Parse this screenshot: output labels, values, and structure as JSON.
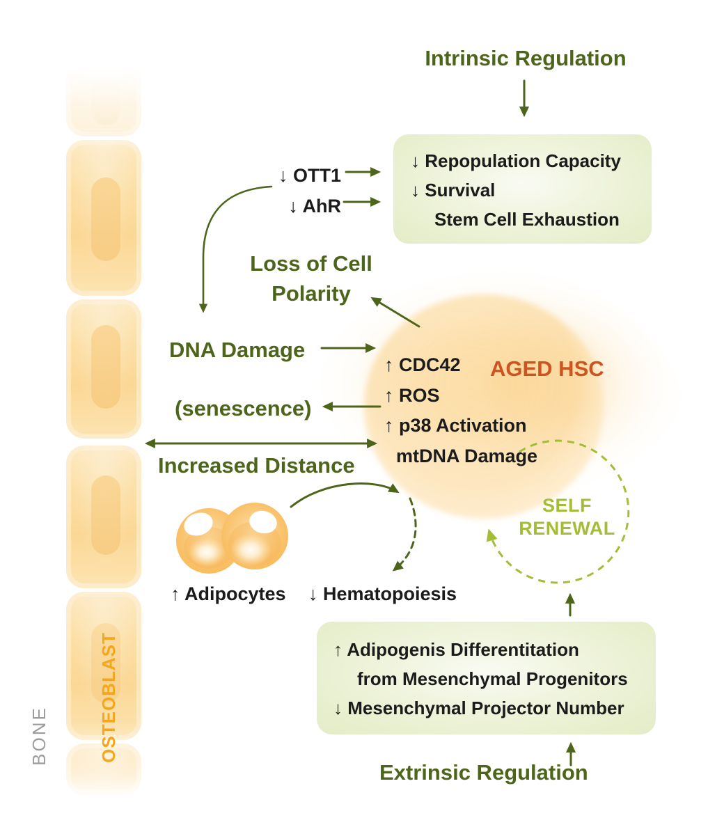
{
  "palette": {
    "arrow_olive": "#4d651a",
    "text_black": "#1b1b1b",
    "aged_hsc_orange": "#cc5420",
    "self_renewal_green": "#a3bd37",
    "effect_box_green": "#e3ecc6",
    "bone_cell_orange": "#fcdfa6",
    "osteoblast_label_orange": "#f3a71c",
    "bone_label_gray": "#9c9c9c"
  },
  "titles": {
    "intrinsic": "Intrinsic Regulation",
    "extrinsic": "Extrinsic Regulation"
  },
  "intrinsic_box": {
    "lines": [
      "↓ Repopulation Capacity",
      "↓ Survival",
      "Stem Cell Exhaustion"
    ]
  },
  "intrinsic_factors": {
    "ott1": "↓ OTT1",
    "ahr": "↓ AhR"
  },
  "hsc": {
    "label": "AGED HSC",
    "effects": [
      "↑ CDC42",
      "↑ ROS",
      "↑ p38 Activation",
      "mtDNA Damage"
    ],
    "self_renewal": [
      "SELF",
      "RENEWAL"
    ]
  },
  "niche_labels": {
    "loss_of_cell_polarity": [
      "Loss of Cell",
      "Polarity"
    ],
    "dna_damage": "DNA Damage",
    "senescence": "(senescence)",
    "increased_distance": "Increased Distance",
    "adipocytes": "↑ Adipocytes",
    "hematopoiesis": "↓ Hematopoiesis"
  },
  "extrinsic_box": {
    "lines": [
      "↑ Adipogenis Differentitation",
      "from Mesenchymal Progenitors",
      "↓ Mesenchymal Projector Number"
    ]
  },
  "anatomy": {
    "bone": "BONE",
    "osteoblast": "OSTEOBLAST"
  }
}
